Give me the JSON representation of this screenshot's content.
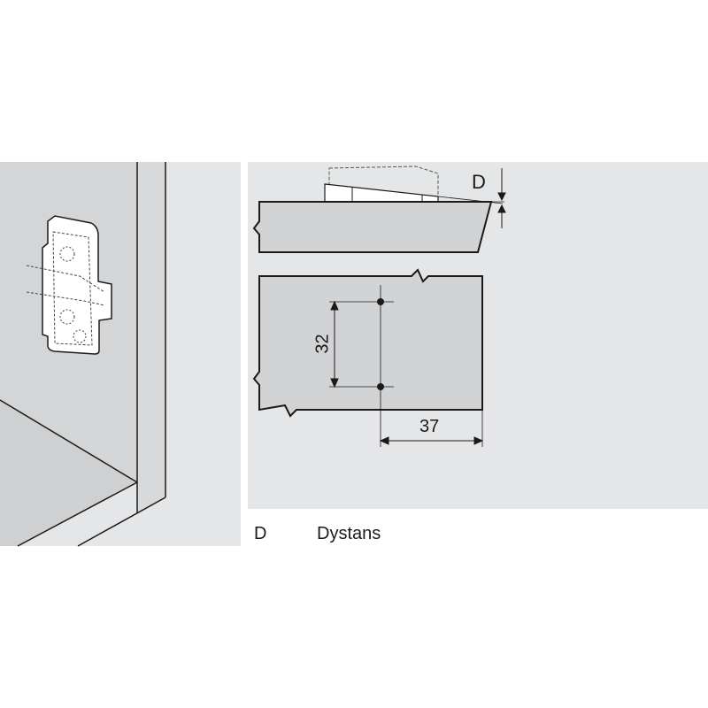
{
  "left_figure": {
    "title": "Mounting plate on cabinet side panel"
  },
  "right_figure": {
    "distance_label": "D",
    "dimension_vertical": "32",
    "dimension_horizontal": "37"
  },
  "legend": {
    "key": "D",
    "description": "Dystans"
  },
  "colors": {
    "panel_bg": "#e5e6e8",
    "board": "#d2d3d5",
    "line": "#1a1a1a"
  }
}
